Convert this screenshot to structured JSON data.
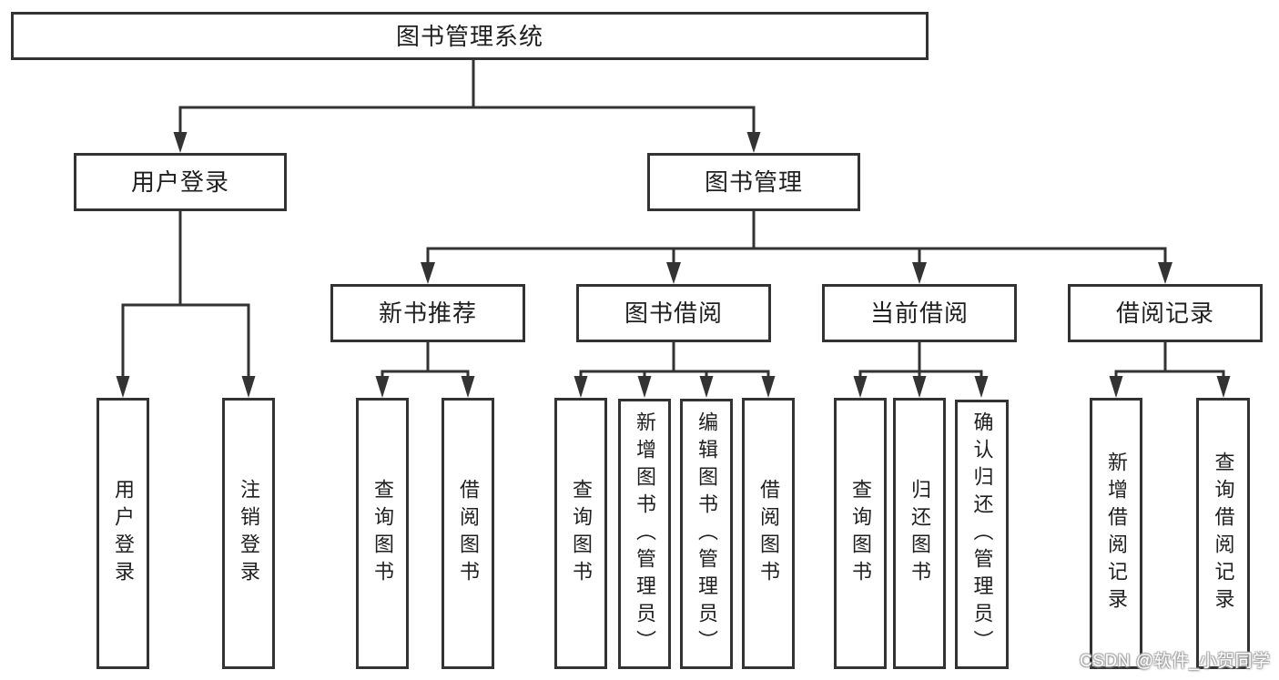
{
  "watermark": "CSDN @软件_小贺同学",
  "colors": {
    "line": "#333333",
    "text": "#1f1f1f",
    "background": "#ffffff",
    "watermark_text": "#ffffff",
    "watermark_outline": "#a8a8a8"
  },
  "tree": {
    "label": "图书管理系统",
    "children": [
      {
        "label": "用户登录",
        "children": [
          {
            "label": "用户登录"
          },
          {
            "label": "注销登录"
          }
        ]
      },
      {
        "label": "图书管理",
        "children": [
          {
            "label": "新书推荐",
            "children": [
              {
                "label": "查询图书"
              },
              {
                "label": "借阅图书"
              }
            ]
          },
          {
            "label": "图书借阅",
            "children": [
              {
                "label": "查询图书"
              },
              {
                "label": "新增图书（管理员）"
              },
              {
                "label": "编辑图书（管理员）"
              },
              {
                "label": "借阅图书"
              }
            ]
          },
          {
            "label": "当前借阅",
            "children": [
              {
                "label": "查询图书"
              },
              {
                "label": "归还图书"
              },
              {
                "label": "确认归还（管理员）"
              }
            ]
          },
          {
            "label": "借阅记录",
            "children": [
              {
                "label": "新增借阅记录"
              },
              {
                "label": "查询借阅记录"
              }
            ]
          }
        ]
      }
    ]
  }
}
